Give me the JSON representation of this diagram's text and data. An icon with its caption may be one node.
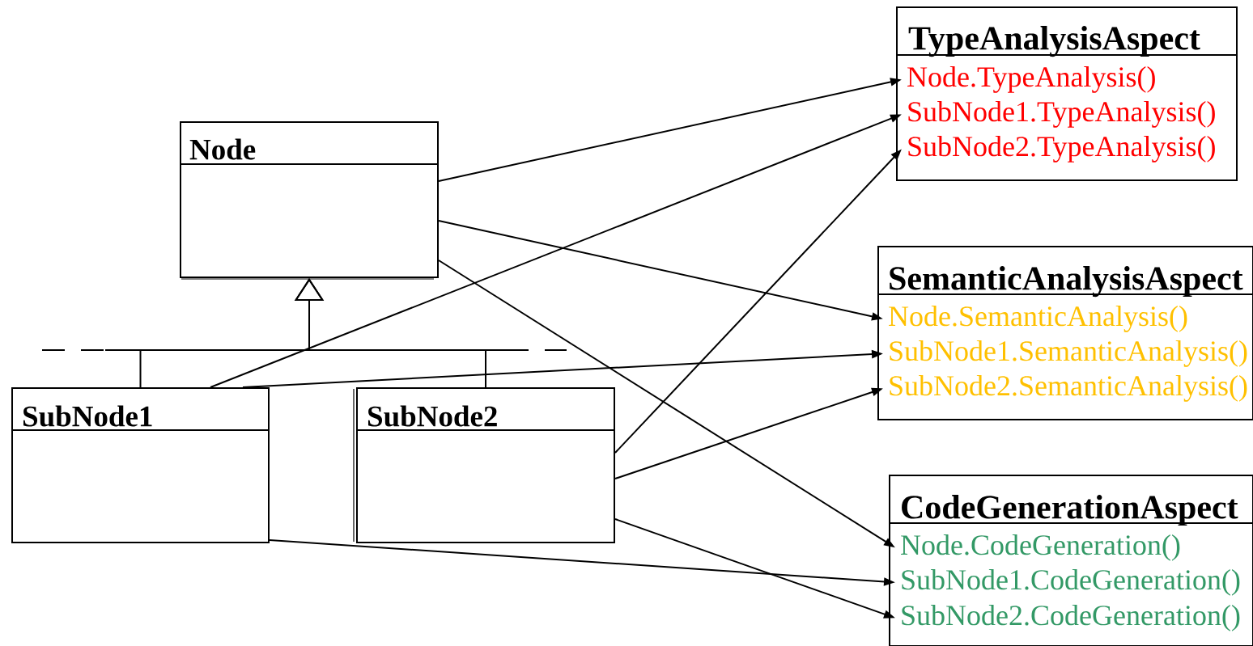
{
  "diagram": {
    "nodes": [
      {
        "text": [
          "Node"
        ]
      },
      {
        "text": [
          "SubNode1"
        ]
      },
      {
        "text": [
          "SubNode2"
        ]
      },
      {
        "text": [
          "TypeAnalysisAspect"
        ]
      },
      {
        "text": [
          "Node.TypeAnalysis()"
        ],
        "in": 3
      },
      {
        "text": [
          "SubNode1.TypeAnalysis()"
        ],
        "in": 3
      },
      {
        "text": [
          "SubNode2.TypeAnalysis()"
        ],
        "in": 3
      },
      {
        "text": [
          "SemanticAnalysisAspect"
        ]
      },
      {
        "text": [
          "Node.SemanticAnalysis()"
        ],
        "in": 7
      },
      {
        "text": [
          "SubNode1.SemanticAnalysis()"
        ],
        "in": 7
      },
      {
        "text": [
          "SubNode2.SemanticAnalysis()"
        ],
        "in": 7
      },
      {
        "text": [
          "CodeGenerationAspect"
        ]
      },
      {
        "text": [
          "Node.CodeGeneration()"
        ],
        "in": 11
      },
      {
        "text": [
          "SubNode1.CodeGeneration()"
        ],
        "in": 11
      },
      {
        "text": [
          "SubNode2.CodeGeneration()"
        ],
        "in": 11
      }
    ],
    "edges": [
      {
        "from": 1,
        "to": 0,
        "arrow": "to"
      },
      {
        "from": 2,
        "to": 0,
        "arrow": "to"
      },
      {
        "from": 0,
        "to": 4,
        "arrow": "to"
      },
      {
        "from": 0,
        "to": 8,
        "arrow": "to"
      },
      {
        "from": 0,
        "to": 12,
        "arrow": "to"
      },
      {
        "from": 1,
        "to": 5,
        "arrow": "to"
      },
      {
        "from": 1,
        "to": 9,
        "arrow": "to"
      },
      {
        "from": 1,
        "to": 13,
        "arrow": "to"
      },
      {
        "from": 2,
        "to": 6,
        "arrow": "to"
      },
      {
        "from": 2,
        "to": 10,
        "arrow": "to"
      },
      {
        "from": 2,
        "to": 14,
        "arrow": "to"
      }
    ]
  }
}
